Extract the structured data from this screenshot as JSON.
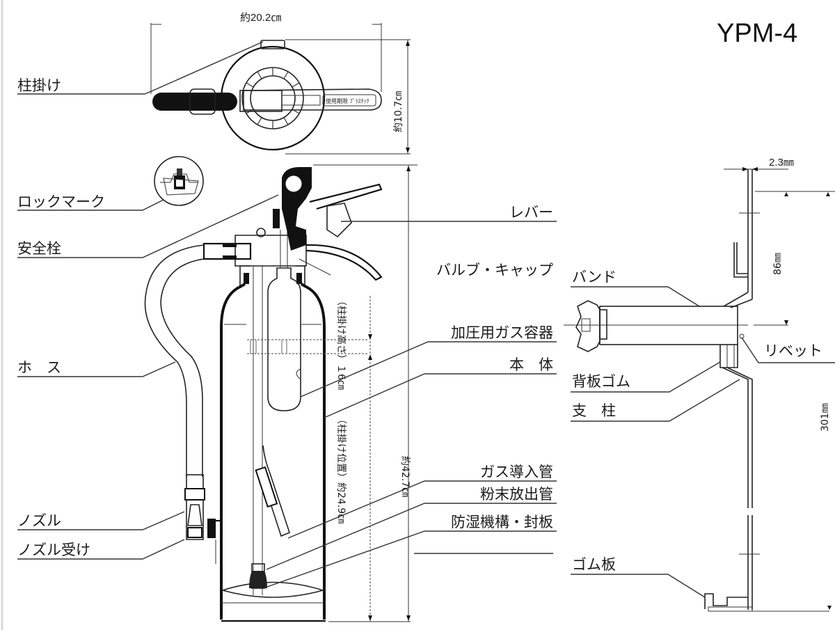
{
  "model": "YPM-4",
  "dimensions": {
    "top_width": "約20.2㎝",
    "top_height": "約10.7㎝",
    "body_height": "約42.7㎝",
    "hook_position": "（柱掛け位置）約24.9㎝",
    "hook_height": "（柱掛け高さ）１6㎝",
    "bracket_thickness": "2.3㎜",
    "bracket_upper": "86㎜",
    "bracket_total": "301㎜"
  },
  "labels_left": [
    "柱掛け",
    "ロックマーク",
    "安全栓",
    "ホ　ス",
    "ノズル",
    "ノズル受け"
  ],
  "labels_center": [
    "レバー",
    "バルブ・キャップ",
    "加圧用ガス容器",
    "本　体",
    "ガス導入管",
    "粉末放出管",
    "防湿機構・封板"
  ],
  "labels_bracket": [
    "バンド",
    "リベット",
    "背板ゴム",
    "支　柱",
    "ゴム板"
  ],
  "handle_plate_text": "使用期限 ﾌﾟﾗｽﾁｯｸ"
}
